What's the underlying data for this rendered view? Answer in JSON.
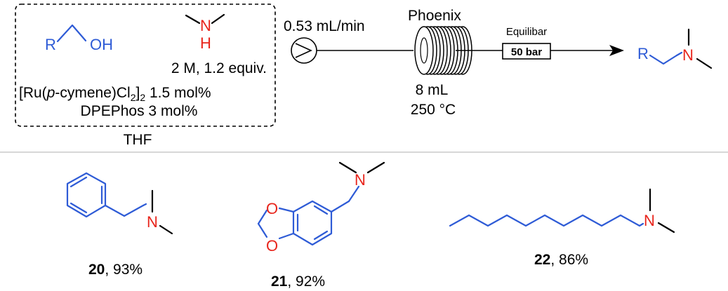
{
  "reaction": {
    "reagent_box": {
      "alcohol_r": "R",
      "alcohol_oh": "OH",
      "amine_n": "N",
      "amine_h": "H",
      "amine_conc": "2 M, 1.2 equiv.",
      "catalyst_prefix": "[Ru(",
      "catalyst_italic": "p",
      "catalyst_mid": "-cymene)Cl",
      "catalyst_sub1": "2",
      "catalyst_close": "]",
      "catalyst_sub2": "2",
      "catalyst_loading": " 1.5 mol%",
      "ligand": "DPEPhos 3 mol%",
      "solvent": "THF"
    },
    "flow": {
      "flow_rate": "0.53 mL/min",
      "reactor_name": "Phoenix",
      "reactor_volume": "8 mL",
      "temperature": "250 °C",
      "bpr_name": "Equilibar",
      "pressure": "50 bar"
    },
    "product": {
      "r": "R",
      "n": "N"
    }
  },
  "products": [
    {
      "number": "20",
      "yield": ", 93%",
      "n": "N"
    },
    {
      "number": "21",
      "yield": ", 92%",
      "n": "N",
      "o1": "O",
      "o2": "O"
    },
    {
      "number": "22",
      "yield": ", 86%",
      "n": "N"
    }
  ],
  "colors": {
    "substrate": "#2e5bd6",
    "amine": "#e8251c"
  }
}
